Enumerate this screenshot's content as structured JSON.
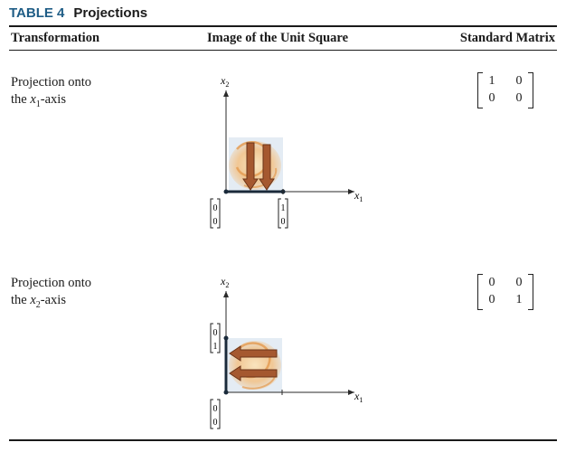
{
  "table": {
    "number": "TABLE 4",
    "title": "Projections"
  },
  "columns": {
    "transformation": "Transformation",
    "image": "Image of the Unit Square",
    "matrix": "Standard Matrix"
  },
  "rows": [
    {
      "label_line1": "Projection onto",
      "label_pre": "the ",
      "label_var": "x",
      "label_sub": "1",
      "label_post": "-axis",
      "axis_x_var": "x",
      "axis_x_sub": "1",
      "axis_y_var": "x",
      "axis_y_sub": "2",
      "vec_a": [
        "0",
        "0"
      ],
      "vec_b": [
        "1",
        "0"
      ],
      "matrix": [
        [
          "1",
          "0"
        ],
        [
          "0",
          "0"
        ]
      ]
    },
    {
      "label_line1": "Projection onto",
      "label_pre": "the ",
      "label_var": "x",
      "label_sub": "2",
      "label_post": "-axis",
      "axis_x_var": "x",
      "axis_x_sub": "1",
      "axis_y_var": "x",
      "axis_y_sub": "2",
      "vec_a": [
        "0",
        "1"
      ],
      "vec_b": [
        "0",
        "0"
      ],
      "matrix": [
        [
          "0",
          "0"
        ],
        [
          "0",
          "1"
        ]
      ]
    }
  ],
  "colors": {
    "title_number": "#1f5d86",
    "axis": "#2a2a2a",
    "projected_segment": "#1a2a3a",
    "arrow_fill": "#a5582f",
    "arrow_edge": "#6b3418",
    "swirl_glow": "#f2c38a",
    "swirl_bg": "#e4ecf4"
  }
}
